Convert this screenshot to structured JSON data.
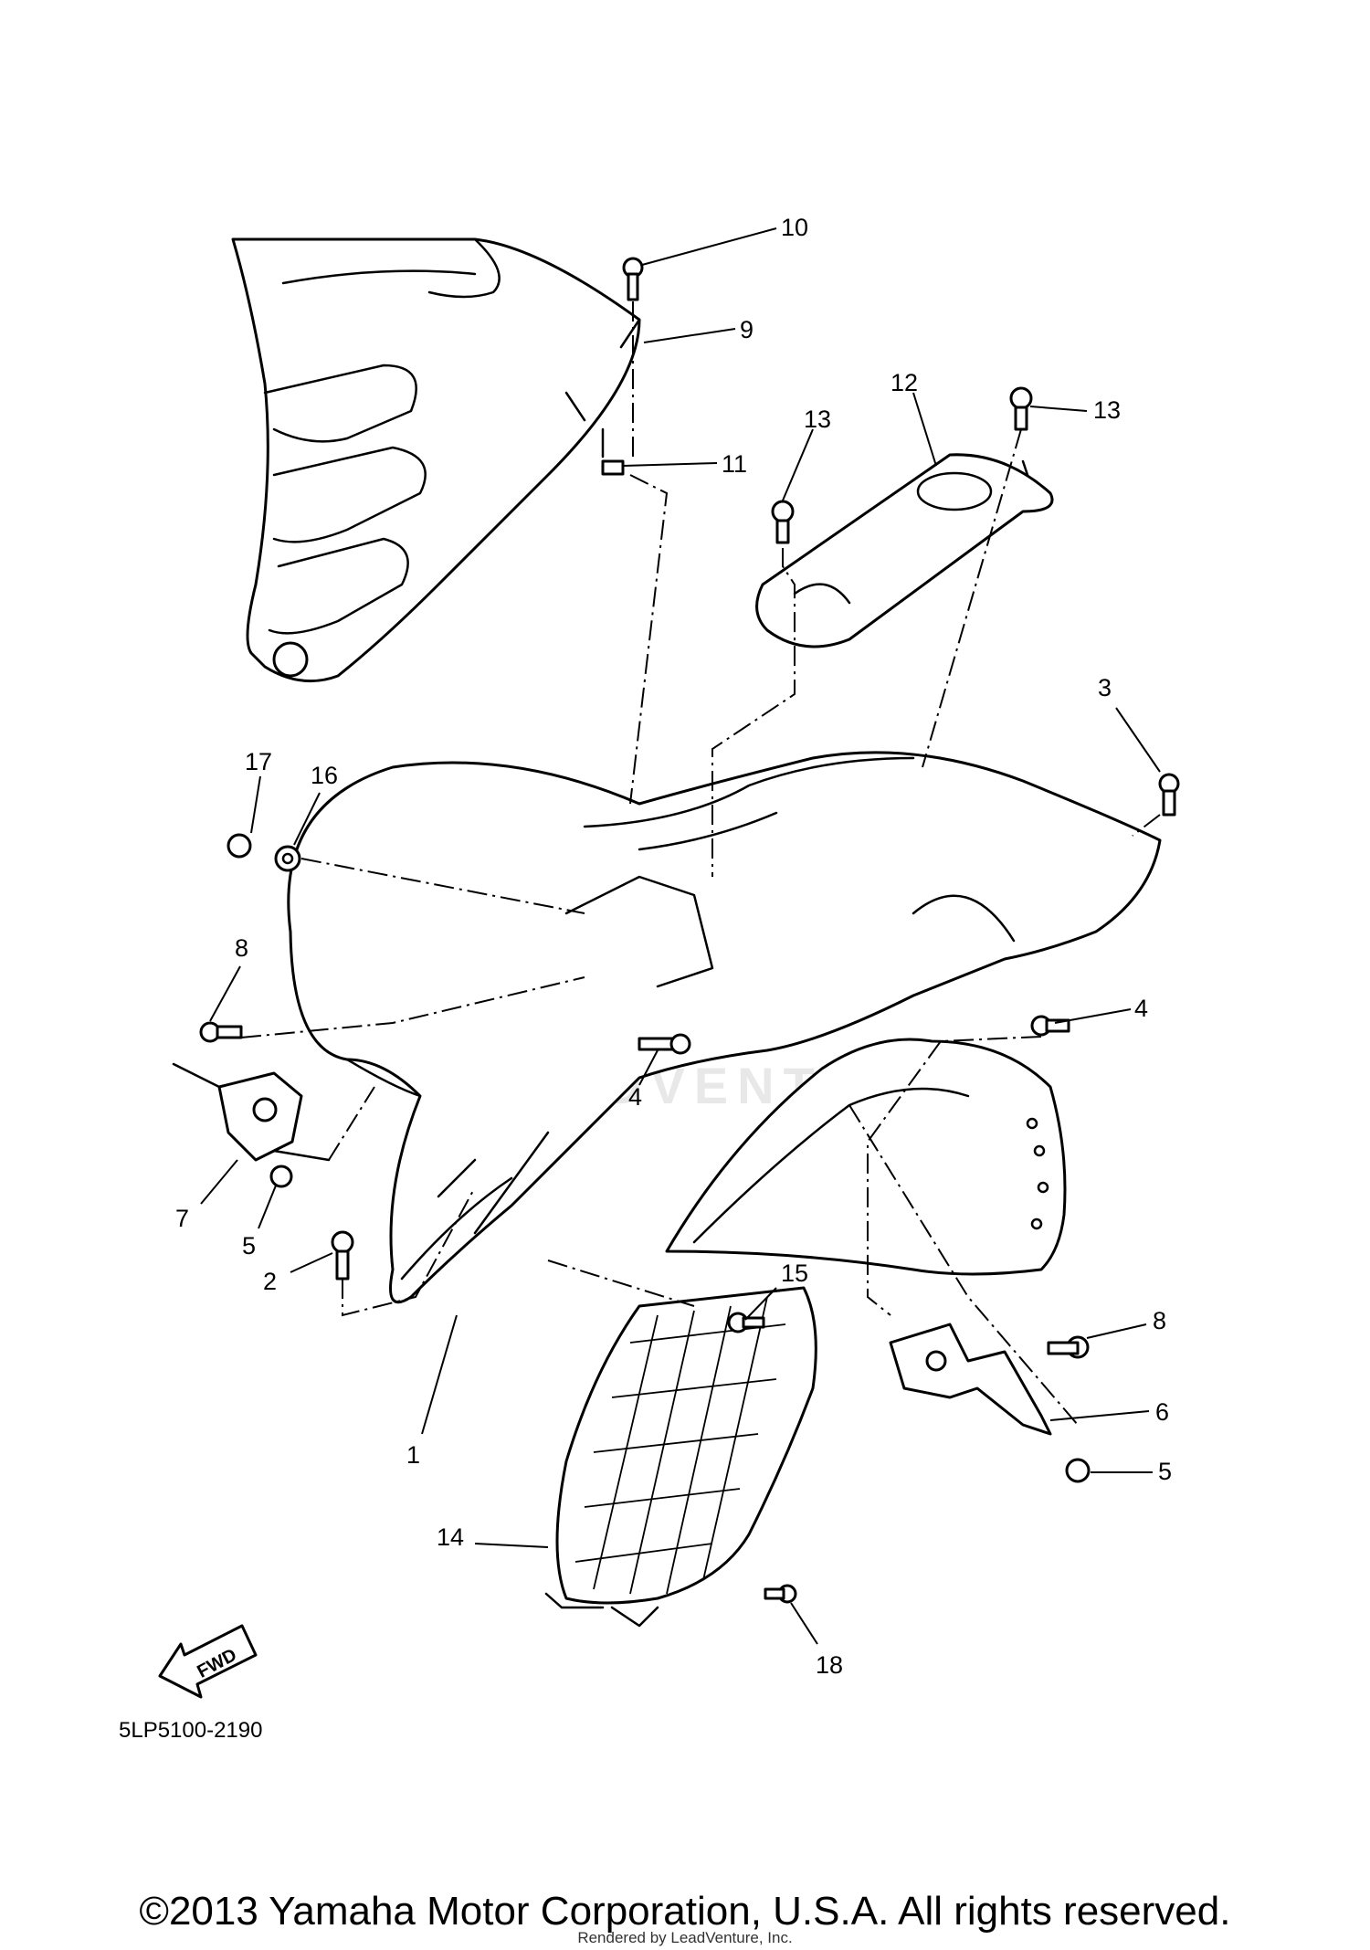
{
  "diagram": {
    "callouts": [
      "1",
      "2",
      "3",
      "4",
      "4",
      "5",
      "5",
      "6",
      "7",
      "8",
      "8",
      "9",
      "10",
      "11",
      "12",
      "13",
      "13",
      "14",
      "15",
      "16",
      "17",
      "18"
    ],
    "arrow_label": "FWD",
    "diagram_code": "5LP5100-2190",
    "watermark": "LEADVENTURE"
  },
  "footer": {
    "copyright": "©2013 Yamaha Motor Corporation, U.S.A. All rights reserved.",
    "rendered_by": "Rendered by LeadVenture, Inc."
  }
}
